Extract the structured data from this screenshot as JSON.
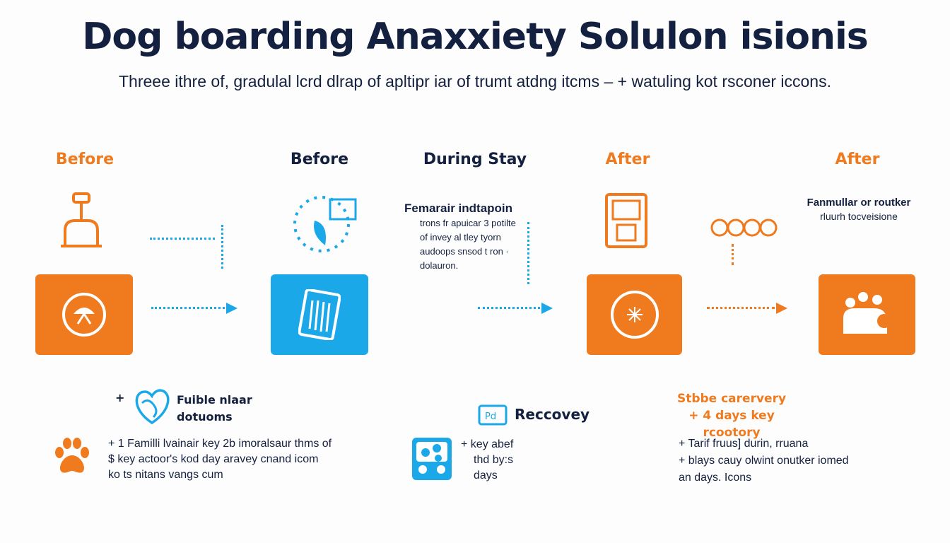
{
  "title": "Dog boarding Anaxxiety Solulon isionis",
  "subtitle": "Threee ithre of, gradulal lcrd dlrap of apltipr iar of trumt atdng itcms – + watuling kot rsconer iccons.",
  "stages": [
    {
      "label": "Before",
      "color": "#F07A1E"
    },
    {
      "label": "Before",
      "color": "#14203F"
    },
    {
      "label": "During Stay",
      "color": "#14203F"
    },
    {
      "label": "After",
      "color": "#F07A1E"
    },
    {
      "label": "After",
      "color": "#F07A1E"
    }
  ],
  "during_note": {
    "title": "Femarair indtapoin",
    "lines": [
      "trons fr apuicar 3 potilte",
      "of invey al tley tyorn",
      "audoops snsod t ron ·",
      "dolauron."
    ]
  },
  "after_note": {
    "title": "Fanmullar or routker",
    "line": "rluurh tocveisione"
  },
  "bottom": {
    "left_title": [
      "Fuible nlaar",
      "dotuoms"
    ],
    "left_text": [
      "+ 1 Familli lvainair key 2b imoralsaur thms of",
      "$ key actoor's kod day aravey cnand icom",
      "ko ts nitans vangs cum"
    ],
    "mid_title": "Reccovey",
    "mid_text": [
      "+ key abef",
      "thd by:s",
      "days"
    ],
    "right_title": [
      "Stbbe carervery",
      "+ 4 days key rcootory"
    ],
    "right_text": [
      "+ Tarif fruus] durin, rruana",
      "+ blays cauy olwint onutker iomed",
      "an days. Icons"
    ]
  },
  "colors": {
    "orange": "#F07A1E",
    "blue": "#1BA8E8",
    "navy": "#14203F"
  }
}
